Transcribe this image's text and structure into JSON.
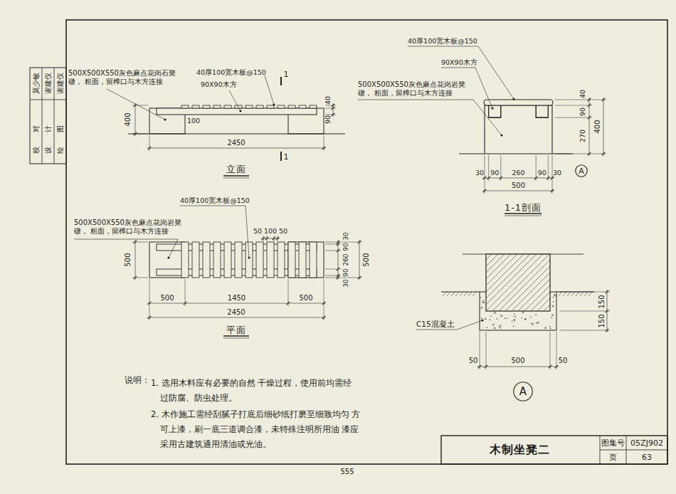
{
  "diagram": {
    "title": "木制坐凳二",
    "nodes": [
      {
        "text": [
          "A"
        ]
      },
      {
        "text": [
          "A"
        ]
      }
    ],
    "labels": [
      "500X500X550灰色麻点花岗石凳礅， 粗面，留榫口与木方连接",
      "40厚100宽木板@150",
      "90X90木方",
      "1",
      "1",
      "400",
      "100",
      "90",
      "40",
      "2450",
      "立面",
      "40厚100宽木板@150",
      "90X90木方",
      "500X500X550灰色麻点花岗岩凳礅， 粗面，留榫口与木方连接",
      "40",
      "90",
      "270",
      "400",
      "30",
      "90",
      "260",
      "90",
      "30",
      "500",
      "1-1剖面",
      "40厚100宽木板@150",
      "500X500X550灰色麻点花岗岩凳礅， 粗面，留榫口与木方连接",
      "50",
      "100",
      "50",
      "500",
      "30",
      "90",
      "260",
      "90",
      "30",
      "500",
      "500",
      "1450",
      "500",
      "2450",
      "平面",
      "C15混凝土",
      "150",
      "150",
      "50",
      "500",
      "50",
      "说明：",
      "1. 选用木料应有必要的自然 干燥过程，使用前均需经 过防腐、防虫处理。",
      "2. 木作施工需经刮腻子打底后细砂纸打磨至细致均匀 方可上漆，刷一底三道调合漆，未特殊注明所用油 漆应采用古建筑通用清油或光油。",
      "图集号",
      "05ZJ902",
      "页",
      "63",
      "555",
      "莫少敏",
      "谢建仪",
      "谢建仪",
      "校对",
      "设计",
      "绘图"
    ]
  }
}
